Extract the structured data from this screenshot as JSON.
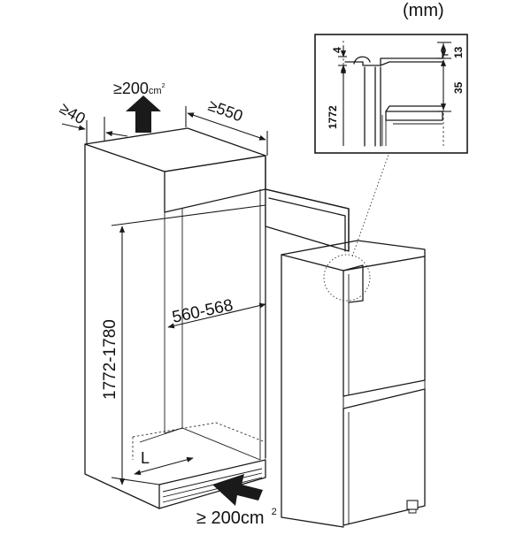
{
  "units": "(mm)",
  "vent_top": {
    "prefix": "≥200",
    "unit": "cm",
    "sup": "2"
  },
  "vent_bottom": {
    "text": "≥ 200cm",
    "sup": "2"
  },
  "depth_clearance": "≥40",
  "cabinet_depth": "≥550",
  "niche_width": "560-568",
  "niche_height": "1772-1780",
  "plinth_label": "L",
  "detail": {
    "gap_top": "4",
    "appliance_height": "1772",
    "hinge_13": "13",
    "hinge_35": "35"
  }
}
